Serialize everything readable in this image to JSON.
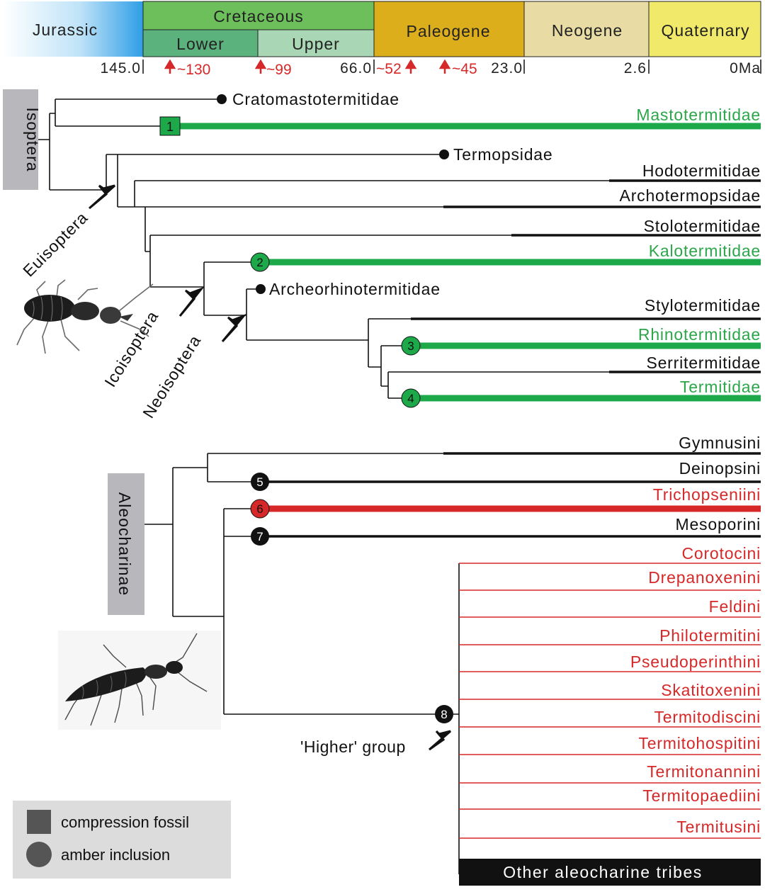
{
  "timescale": {
    "periods": [
      {
        "label": "Jurassic",
        "color": "#3aa6e8"
      },
      {
        "label": "Cretaceous",
        "color": "#6cbf5a"
      },
      {
        "label": "Paleogene",
        "color": "#dcae1c"
      },
      {
        "label": "Neogene",
        "color": "#e8dca4"
      },
      {
        "label": "Quaternary",
        "color": "#f0e96a"
      }
    ],
    "epochs": [
      {
        "label": "Lower",
        "color": "#5cb27c"
      },
      {
        "label": "Upper",
        "color": "#a9d7b5"
      }
    ],
    "ages": [
      "145.0",
      "66.0",
      "23.0",
      "2.6",
      "0Ma"
    ],
    "markers": [
      "~130",
      "~99",
      "~52",
      "~45"
    ]
  },
  "isoptera": {
    "group_label": "Isoptera",
    "clade_labels": [
      "Euisoptera",
      "Icoisoptera",
      "Neoisoptera"
    ],
    "taxa": [
      {
        "name": "Cratomastotermitidae",
        "status": "extinct"
      },
      {
        "name": "Mastotermitidae",
        "status": "fossil",
        "marker": "1"
      },
      {
        "name": "Termopsidae",
        "status": "extinct"
      },
      {
        "name": "Hodotermitidae",
        "status": "extant"
      },
      {
        "name": "Archotermopsidae",
        "status": "extant"
      },
      {
        "name": "Stolotermitidae",
        "status": "extant"
      },
      {
        "name": "Kalotermitidae",
        "status": "fossil",
        "marker": "2"
      },
      {
        "name": "Archeorhinotermitidae",
        "status": "extinct"
      },
      {
        "name": "Stylotermitidae",
        "status": "extant"
      },
      {
        "name": "Rhinotermitidae",
        "status": "fossil",
        "marker": "3"
      },
      {
        "name": "Serritermitidae",
        "status": "extant"
      },
      {
        "name": "Termitidae",
        "status": "fossil",
        "marker": "4"
      }
    ]
  },
  "aleocharinae": {
    "group_label": "Aleocharinae",
    "higher_group_label": "'Higher' group",
    "taxa": [
      {
        "name": "Gymnusini"
      },
      {
        "name": "Deinopsini",
        "marker": "5"
      },
      {
        "name": "Trichopseniini",
        "marker": "6"
      },
      {
        "name": "Mesoporini",
        "marker": "7"
      }
    ],
    "higher_group_marker": "8",
    "higher_tribes": [
      "Corotocini",
      "Drepanoxenini",
      "Feldini",
      "Philotermitini",
      "Pseudoperinthini",
      "Skatitoxenini",
      "Termitodiscini",
      "Termitohospitini",
      "Termitonannini",
      "Termitopaediini",
      "Termitusini"
    ],
    "other_tribes_label": "Other aleocharine tribes"
  },
  "legend": {
    "items": [
      {
        "shape": "square",
        "label": "compression fossil"
      },
      {
        "shape": "circle",
        "label": "amber inclusion"
      }
    ]
  },
  "colors": {
    "green": "#1da84a",
    "green_text": "#2ca64a",
    "red": "#d62828",
    "black": "#111111",
    "label_box": "#b8b8bc",
    "marker_red_text": "#d62828"
  }
}
